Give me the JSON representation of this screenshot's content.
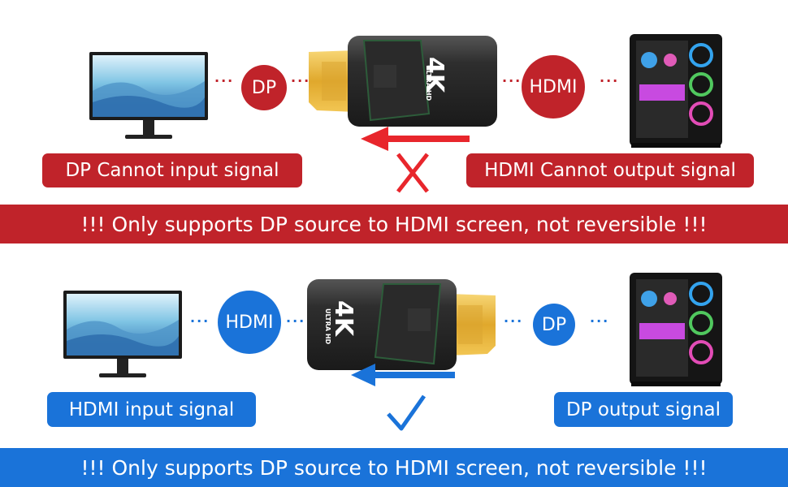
{
  "top": {
    "left_circle": "DP",
    "right_circle": "HDMI",
    "left_label": "DP Cannot input signal",
    "right_label": "HDMI Cannot output signal",
    "banner": "!!! Only supports DP source to HDMI screen, not reversible !!!",
    "adapter_brand": "4K",
    "adapter_sub": "ULTRA HD",
    "status_icon": "cross-icon"
  },
  "bottom": {
    "left_circle": "HDMI",
    "right_circle": "DP",
    "left_label": "HDMI input signal",
    "right_label": "DP output signal",
    "banner": "!!! Only supports DP source to HDMI screen, not reversible !!!",
    "adapter_brand": "4K",
    "adapter_sub": "ULTRA HD",
    "status_icon": "checkmark-icon"
  },
  "colors": {
    "red": "#c0232a",
    "blue": "#1a73d9",
    "arrow_red": "#e8262c",
    "arrow_blue": "#1a73d9"
  }
}
